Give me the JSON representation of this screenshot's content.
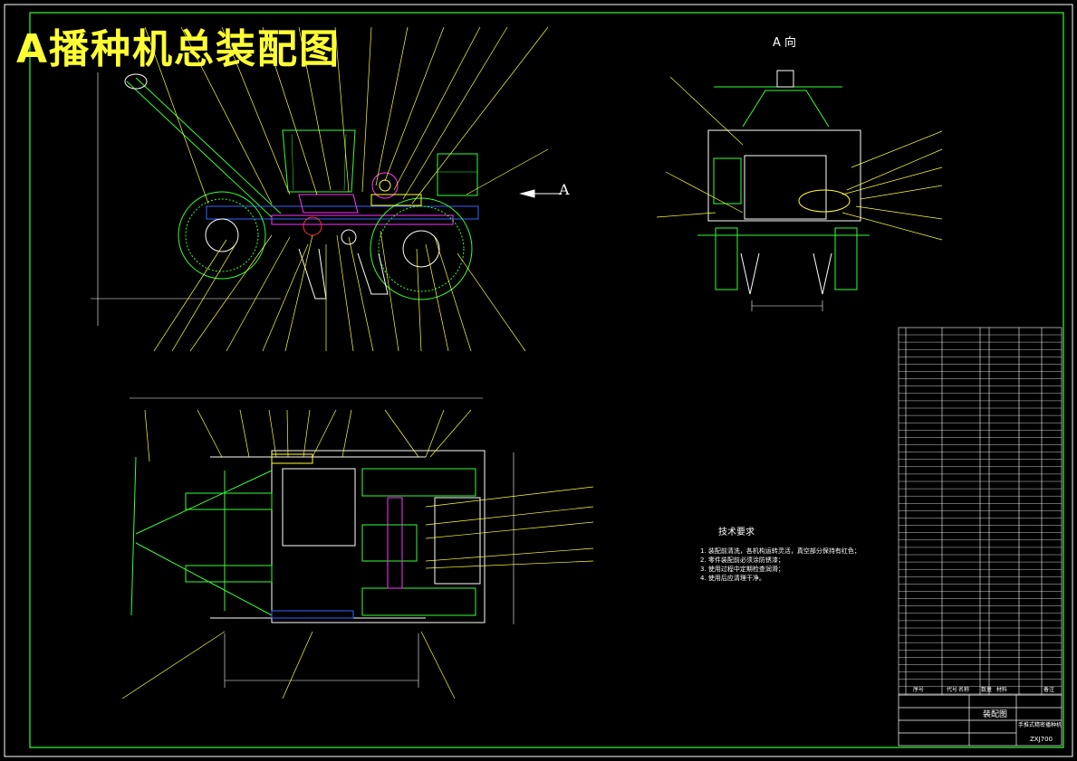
{
  "title": "A播种机总装配图",
  "view_label": "A 向",
  "arrow_label": "A",
  "tech_requirements": {
    "title": "技术要求",
    "items": [
      "1. 装配前清洗，各机构运转灵活，真空部分保持有红色；",
      "2. 零件装配前必须涂防锈漆；",
      "3. 使用过程中定期检查润滑；",
      "4. 使用后应清理干净。"
    ]
  },
  "title_block": {
    "drawing_name": "装配图",
    "machine_name": "手推式精密播种机",
    "code": "ZXJ700",
    "header_cols": [
      "序号",
      "代号",
      "名称",
      "数量",
      "材料",
      "备注"
    ]
  },
  "colors": {
    "frame": "#33ff33",
    "line_white": "#ffffff",
    "leader_yellow": "#ffff33",
    "part_magenta": "#ff33ff",
    "part_blue": "#3366ff",
    "part_red": "#ff3333",
    "part_cyan": "#33ffff"
  }
}
